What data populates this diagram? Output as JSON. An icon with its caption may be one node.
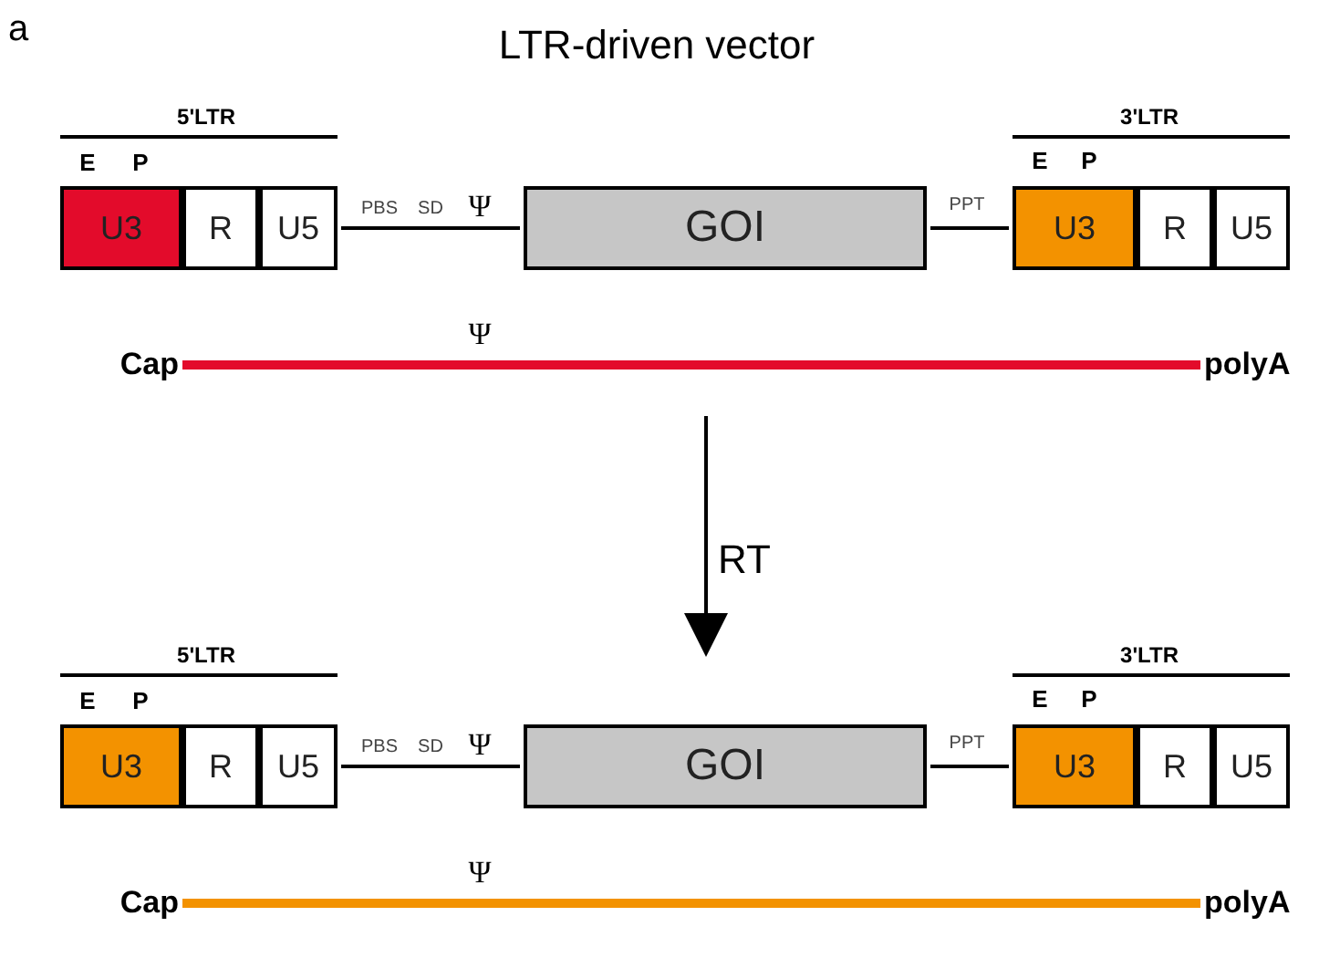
{
  "diagram": {
    "title": "LTR-driven vector",
    "nodes": [
      {
        "text": [
          "U3"
        ]
      },
      {
        "text": [
          "R"
        ]
      },
      {
        "text": [
          "U5"
        ]
      },
      {
        "text": [
          "GOI"
        ]
      },
      {
        "text": [
          "U3"
        ]
      },
      {
        "text": [
          "R"
        ]
      },
      {
        "text": [
          "U5"
        ]
      },
      {
        "text": [
          "Cap"
        ]
      },
      {
        "text": [
          "polyA"
        ]
      },
      {
        "text": [
          "U3"
        ]
      },
      {
        "text": [
          "R"
        ]
      },
      {
        "text": [
          "U5"
        ]
      },
      {
        "text": [
          "GOI"
        ]
      },
      {
        "text": [
          "U3"
        ]
      },
      {
        "text": [
          "R"
        ]
      },
      {
        "text": [
          "U5"
        ]
      },
      {
        "text": [
          "Cap"
        ]
      },
      {
        "text": [
          "polyA"
        ]
      }
    ],
    "edges": [
      {
        "from": 2,
        "to": 3,
        "arrow": "none"
      },
      {
        "from": 3,
        "to": 4,
        "arrow": "none"
      },
      {
        "from": 7,
        "to": 8,
        "arrow": "none",
        "style": "thick",
        "color": "#e30b2b"
      },
      {
        "from": 11,
        "to": 12,
        "arrow": "none"
      },
      {
        "from": 12,
        "to": 13,
        "arrow": "none"
      },
      {
        "from": 16,
        "to": 17,
        "arrow": "none",
        "style": "thick",
        "color": "#f39200"
      }
    ],
    "labels": [
      "a",
      "5'LTR",
      "3'LTR",
      "E",
      "P",
      "E",
      "P",
      "PBS",
      "SD",
      "Ψ",
      "PPT",
      "Ψ",
      "RT",
      "5'LTR",
      "3'LTR",
      "E",
      "P",
      "E",
      "P",
      "PBS",
      "SD",
      "Ψ",
      "PPT",
      "Ψ"
    ]
  }
}
